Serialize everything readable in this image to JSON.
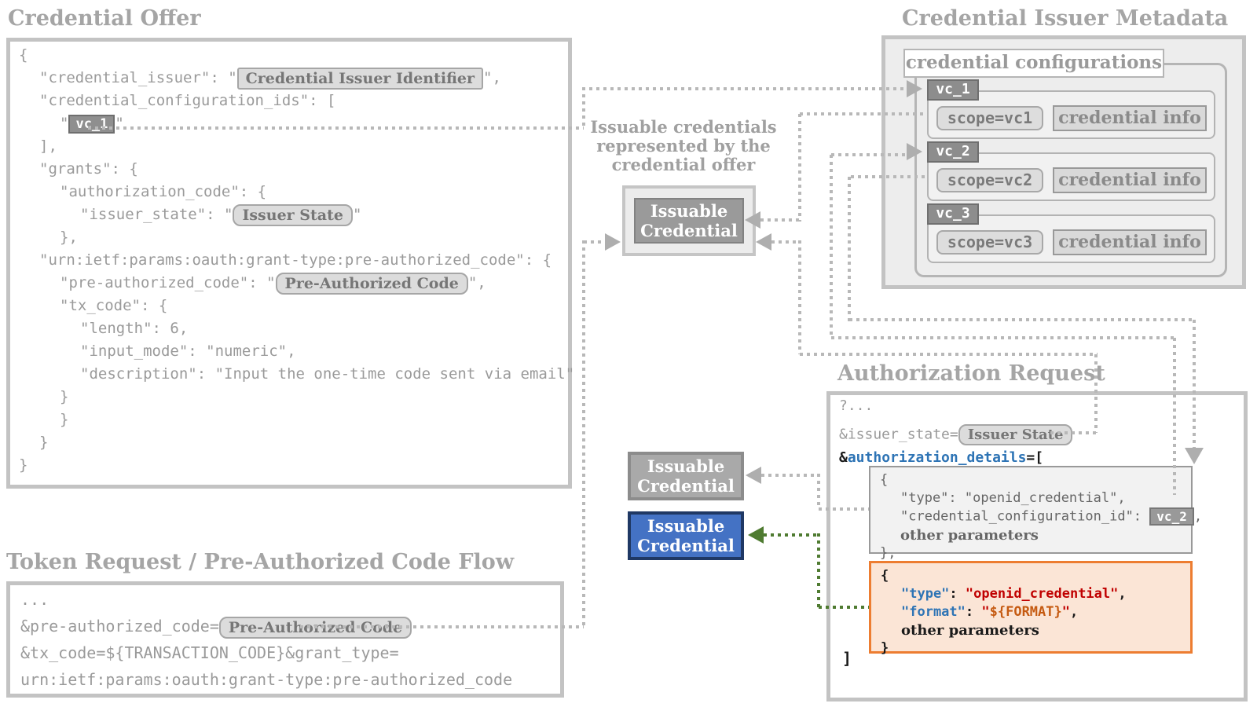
{
  "credential_offer": {
    "title": "Credential Offer",
    "l1": "{",
    "issuer_key": "\"credential_issuer\": \"",
    "issuer_chip": "Credential Issuer Identifier",
    "issuer_end": "\",",
    "l3": "\"credential_configuration_ids\": [",
    "vc1_open": "\"",
    "vc1_chip": "vc_1",
    "vc1_end": "\"",
    "l5": "],",
    "l6": "\"grants\": {",
    "l7": "\"authorization_code\": {",
    "state_key": "\"issuer_state\": \"",
    "state_chip": "Issuer State",
    "state_end": "\"",
    "l9": "},",
    "l10": "\"urn:ietf:params:oauth:grant-type:pre-authorized_code\": {",
    "preauth_key": "\"pre-authorized_code\": \"",
    "preauth_chip": "Pre-Authorized Code",
    "preauth_end": "\",",
    "l12": "\"tx_code\": {",
    "l13": "\"length\": 6,",
    "l14": "\"input_mode\": \"numeric\",",
    "l15": "\"description\": \"Input the one-time code sent via email\"",
    "l16": "}",
    "l17": "}",
    "l18": "}",
    "l19": "}"
  },
  "issuer_metadata": {
    "title": "Credential Issuer Metadata",
    "section_label": "credential configurations",
    "configs": [
      {
        "tag": "vc_1",
        "scope": "scope=vc1",
        "info": "credential info"
      },
      {
        "tag": "vc_2",
        "scope": "scope=vc2",
        "info": "credential info"
      },
      {
        "tag": "vc_3",
        "scope": "scope=vc3",
        "info": "credential info"
      }
    ]
  },
  "issuable_note": {
    "line1": "Issuable credentials",
    "line2": "represented by the",
    "line3": "credential offer"
  },
  "issuable_credential_label": "Issuable\nCredential",
  "authorization_request": {
    "title": "Authorization Request",
    "l1": "?...",
    "issuer_state_key": "&issuer_state=",
    "issuer_state_chip": "Issuer State",
    "amp": "&",
    "details_key": "authorization_details",
    "details_open": "=[",
    "details_close": "]",
    "block1": {
      "l1": "{",
      "l2": "\"type\": \"openid_credential\",",
      "l3_key": "\"credential_configuration_id\":",
      "l3_chip": "vc_2",
      "l3_end": ",",
      "l4": "other parameters",
      "l5": "},"
    },
    "block2": {
      "l1": "{",
      "type_key": "\"type\"",
      "sep": ": ",
      "type_val": "\"openid_credential\"",
      "comma": ",",
      "format_key": "\"format\"",
      "quote": "\"",
      "format_val": "${FORMAT}",
      "l4": "other parameters",
      "l5": "}"
    }
  },
  "token_request": {
    "title": "Token Request / Pre-Authorized Code Flow",
    "l1": "...",
    "preauth_key": "&pre-authorized_code=",
    "preauth_chip": "Pre-Authorized Code",
    "l3": "&tx_code=${TRANSACTION_CODE}&grant_type=",
    "l4": "urn:ietf:params:oauth:grant-type:pre-authorized_code"
  },
  "colors": {
    "connector_gray": "#b8b8b8",
    "connector_green": "#4f7b31",
    "accent_blue": "#2e74b5",
    "value_red": "#c00000",
    "format_orange": "#c55a11",
    "highlight_border": "#ed7d31",
    "highlight_bg": "#fbe5d6",
    "credential_blue": "#4472c4",
    "credential_blue_border": "#1f3864"
  }
}
